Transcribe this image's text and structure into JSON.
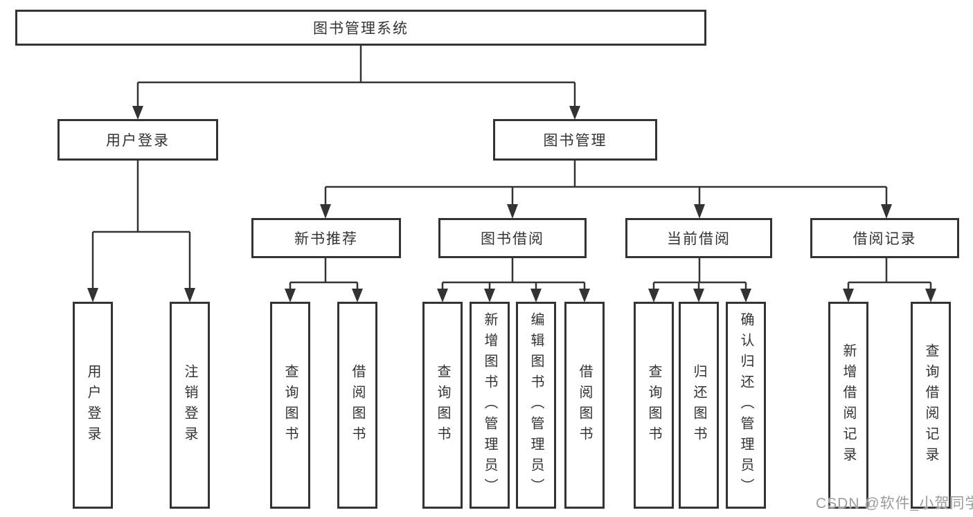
{
  "tree": {
    "root": "图书管理系统",
    "branches": [
      {
        "label": "用户登录",
        "children": [
          "用户登录",
          "注销登录"
        ]
      },
      {
        "label": "图书管理",
        "groups": [
          {
            "label": "新书推荐",
            "children": [
              "查询图书",
              "借阅图书"
            ]
          },
          {
            "label": "图书借阅",
            "children": [
              "查询图书",
              "新增图书（管理员）",
              "编辑图书（管理员）",
              "借阅图书"
            ]
          },
          {
            "label": "当前借阅",
            "children": [
              "查询图书",
              "归还图书",
              "确认归还（管理员）"
            ]
          },
          {
            "label": "借阅记录",
            "children": [
              "新增借阅记录",
              "查询借阅记录"
            ]
          }
        ]
      }
    ]
  },
  "watermark": "CSDN @软件_小贺同学",
  "colors": {
    "line": "#333333",
    "text": "#333333",
    "background": "#ffffff",
    "watermark": "#9b9b9b"
  }
}
